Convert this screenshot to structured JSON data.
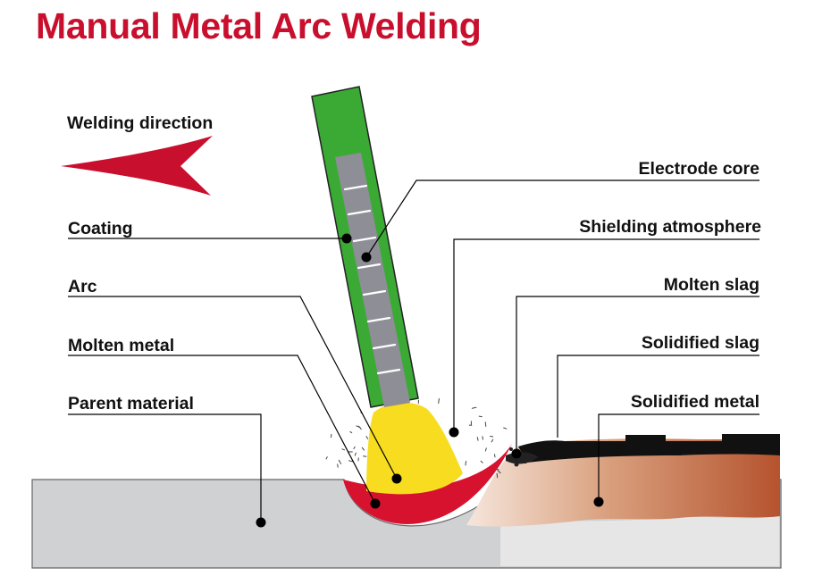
{
  "title": "Manual Metal Arc Welding",
  "colors": {
    "title": "#C8102E",
    "arrow": "#C8102E",
    "coating": "#3AAA35",
    "core": "#8E8E96",
    "arc": "#F7DC1F",
    "molten_metal": "#D7122F",
    "parent_material": "#D0D1D3",
    "solidified_metal": "#B5532E",
    "slag": "#111111"
  },
  "icons": {
    "direction_arrow": "left-arrowhead"
  },
  "labels": {
    "welding_direction": "Welding direction",
    "coating": "Coating",
    "arc": "Arc",
    "molten_metal": "Molten metal",
    "parent_material": "Parent material",
    "electrode_core": "Electrode core",
    "shielding_atmosphere": "Shielding atmosphere",
    "molten_slag": "Molten slag",
    "solidified_slag": "Solidified slag",
    "solidified_metal": "Solidified metal"
  }
}
